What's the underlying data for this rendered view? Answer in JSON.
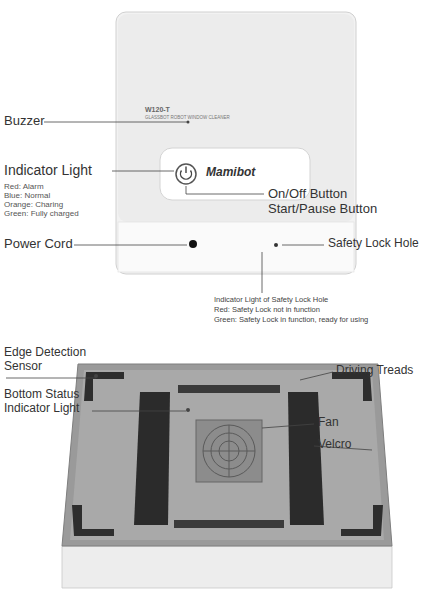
{
  "diagram": {
    "labels": [
      "Buzzer",
      "W120-T",
      "GLASSBOT ROBOT WINDOW CLEANER",
      "Indicator Light",
      "Red: Alarm",
      "Blue: Normal",
      "Orange: Charing",
      "Green: Fully charged",
      "Mamibot",
      "On/Off Button",
      "Start/Pause Button",
      "Power Cord",
      "Safety Lock Hole",
      "Indicator Light of Safety Lock Hole",
      "Red: Safety Lock not in function",
      "Green: Safety Lock in function, ready for using",
      "Edge Detection Sensor",
      "Driving Treads",
      "Bottom Status Indicator Light",
      "Fan",
      "Velcro"
    ]
  }
}
